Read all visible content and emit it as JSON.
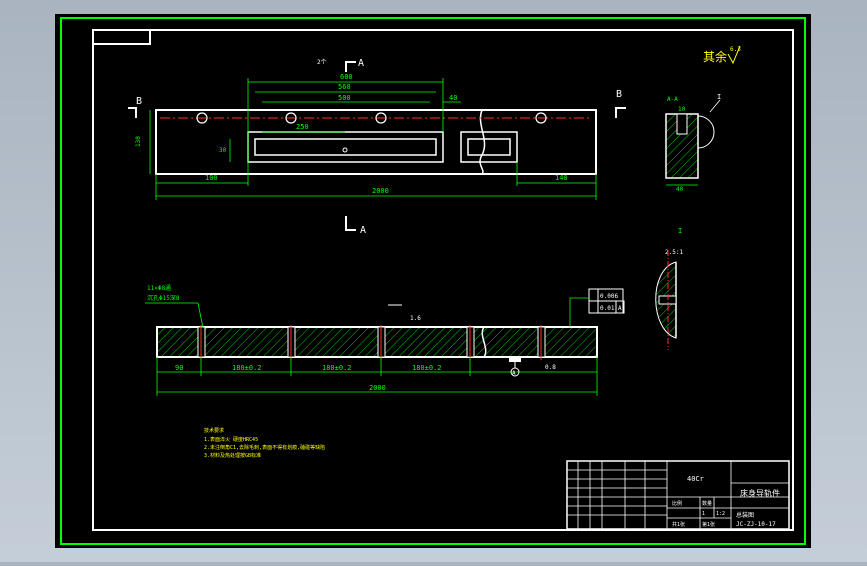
{
  "drawing": {
    "corner_mark": "其余",
    "corner_roughness": "6.3",
    "view_a_label": "A-A",
    "view_i_label": "I",
    "section_b_left": "B",
    "section_b_right": "B",
    "cut_a_top": "A",
    "cut_a_bottom": "A",
    "top_callout": "2个",
    "material": "40Cr",
    "part_name": "床身导轨件",
    "drawing_no": "JC-ZJ-10-17",
    "title_sub": "总装图",
    "notes": [
      "技术要求",
      "1.表面淬火 硬度HRC45",
      "2.未注倒角C1,去除毛刺,表面不得有划痕,磕碰等缺陷",
      "3.材料及热处理按GB标准"
    ],
    "plan_dims": [
      "600",
      "560",
      "500",
      "250",
      "40",
      "30",
      "130",
      "2000",
      "100",
      "140",
      "10",
      "40"
    ],
    "front_dims": [
      "90",
      "180±0.2",
      "180±0.2",
      "180±0.2",
      "2000"
    ],
    "hole_note_1": "11×Φ8通",
    "hole_note_2": "沉孔Φ15深8",
    "tol_1": "0.006",
    "tol_2": "0.01",
    "tol_ref": "A",
    "front_callout": "1.6",
    "front_roughness": "0.8",
    "detail_scale": "2.5:1",
    "datum": "A",
    "title_cells": [
      "比例",
      "数量",
      "1:2",
      "1",
      "共1张",
      "第1张"
    ]
  }
}
